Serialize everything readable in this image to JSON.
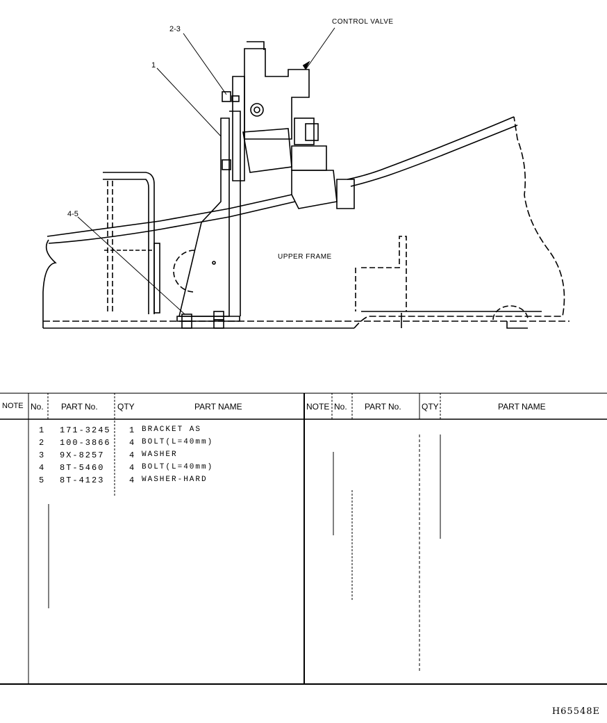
{
  "drawing": {
    "labels": {
      "control_valve": "CONTROL VALVE",
      "upper_frame": "UPPER FRAME",
      "ref_2_3": "2-3",
      "ref_1": "1",
      "ref_4_5": "4-5"
    }
  },
  "table": {
    "headers_left": {
      "note": "NOTE",
      "no": "No.",
      "part_no": "PART No.",
      "qty": "QTY",
      "part_name": "PART NAME"
    },
    "headers_right": {
      "note": "NOTE",
      "no": "No.",
      "part_no": "PART No.",
      "qty": "QTY",
      "part_name": "PART NAME"
    },
    "rows": [
      {
        "no": "1",
        "part_no": "171-3245",
        "qty": "1",
        "name": "BRACKET AS"
      },
      {
        "no": "2",
        "part_no": "100-3866",
        "qty": "4",
        "name": "BOLT(L=40mm)"
      },
      {
        "no": "3",
        "part_no": "9X-8257",
        "qty": "4",
        "name": "WASHER"
      },
      {
        "no": "4",
        "part_no": "8T-5460",
        "qty": "4",
        "name": "BOLT(L=40mm)"
      },
      {
        "no": "5",
        "part_no": "8T-4123",
        "qty": "4",
        "name": "WASHER-HARD"
      }
    ]
  },
  "doc_code": "H65548E"
}
